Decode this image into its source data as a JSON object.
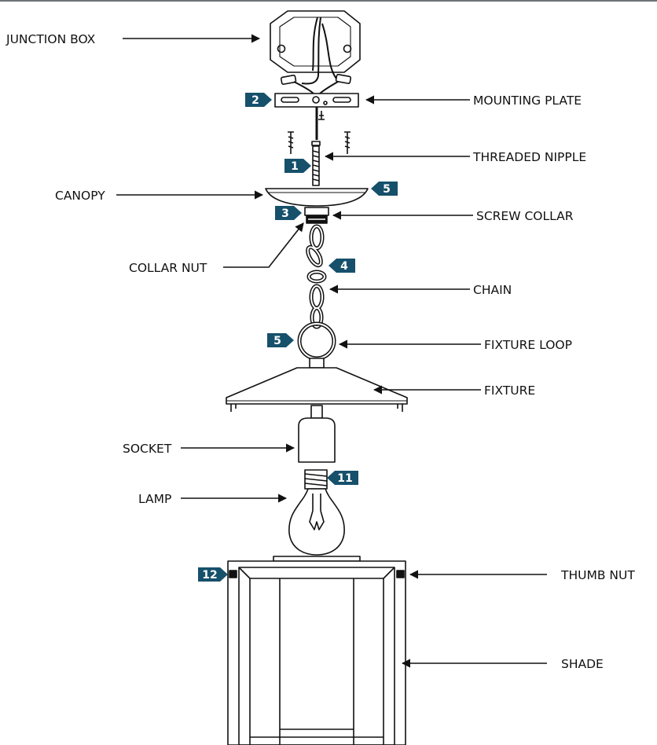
{
  "labels": {
    "junction_box": "JUNCTION BOX",
    "mounting_plate": "MOUNTING PLATE",
    "threaded_nipple": "THREADED NIPPLE",
    "canopy": "CANOPY",
    "screw_collar": "SCREW COLLAR",
    "collar_nut": "COLLAR NUT",
    "chain": "CHAIN",
    "fixture_loop": "FIXTURE LOOP",
    "fixture": "FIXTURE",
    "socket": "SOCKET",
    "lamp": "LAMP",
    "thumb_nut": "THUMB NUT",
    "shade": "SHADE"
  },
  "steps": {
    "mounting_plate": "2",
    "threaded_nipple": "1",
    "canopy": "5",
    "screw_collar": "3",
    "chain": "4",
    "fixture_loop": "5",
    "lamp": "11",
    "thumb_nut": "12"
  },
  "colors": {
    "step_badge": "#16506b",
    "line": "#111111",
    "top_rule": "#6d7478"
  }
}
